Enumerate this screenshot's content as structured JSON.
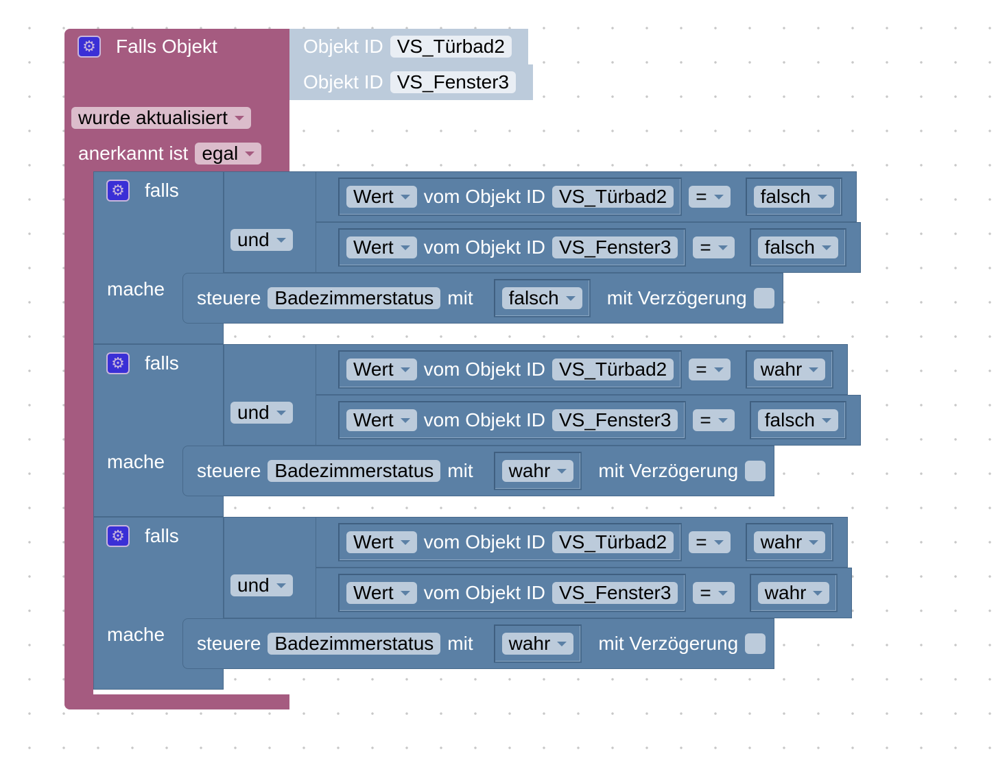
{
  "trigger": {
    "title": "Falls Objekt",
    "objects": [
      {
        "label": "Objekt ID",
        "value": "VS_Türbad2"
      },
      {
        "label": "Objekt ID",
        "value": "VS_Fenster3"
      }
    ],
    "event": "wurde aktualisiert",
    "ack_label": "anerkannt ist",
    "ack_value": "egal"
  },
  "labels": {
    "if": "falls",
    "do": "mache",
    "and": "und",
    "value": "Wert",
    "of_object": "vom Objekt ID",
    "eq": "=",
    "control": "steuere",
    "with": "mit",
    "delay": "mit Verzögerung"
  },
  "if_blocks": [
    {
      "conditions": [
        {
          "object": "VS_Türbad2",
          "value": "falsch"
        },
        {
          "object": "VS_Fenster3",
          "value": "falsch"
        }
      ],
      "target": "Badezimmerstatus",
      "set_value": "falsch",
      "delay_checked": false
    },
    {
      "conditions": [
        {
          "object": "VS_Türbad2",
          "value": "wahr"
        },
        {
          "object": "VS_Fenster3",
          "value": "falsch"
        }
      ],
      "target": "Badezimmerstatus",
      "set_value": "wahr",
      "delay_checked": false
    },
    {
      "conditions": [
        {
          "object": "VS_Türbad2",
          "value": "wahr"
        },
        {
          "object": "VS_Fenster3",
          "value": "wahr"
        }
      ],
      "target": "Badezimmerstatus",
      "set_value": "wahr",
      "delay_checked": false
    }
  ],
  "colors": {
    "trigger": "#a55b80",
    "logic": "#5b80a5",
    "field": "#bccbdb"
  }
}
